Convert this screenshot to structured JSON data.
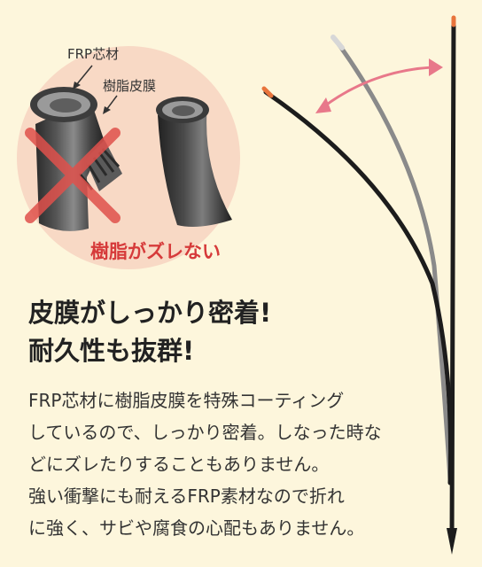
{
  "diagram": {
    "frp_core_label": "FRP芯材",
    "resin_film_label": "樹脂皮膜",
    "caption": "樹脂がズレない"
  },
  "headline": {
    "line1": "皮膜がしっかり密着!",
    "line2": "耐久性も抜群!"
  },
  "description": {
    "lines": [
      "FRP芯材に樹脂皮膜を特殊コーティング",
      "しているので、しっかり密着。しなった時な",
      "どにズレたりすることもありません。",
      "強い衝撃にも耐えるFRP素材なので折れ",
      "に強く、サビや腐食の心配もありません。"
    ]
  },
  "colors": {
    "background": "#fdf6dc",
    "circle": "#f8d9c5",
    "accent_red": "#d63a3a",
    "arrow_pink": "#e8788a",
    "rod_tip_orange": "#e8743c"
  }
}
